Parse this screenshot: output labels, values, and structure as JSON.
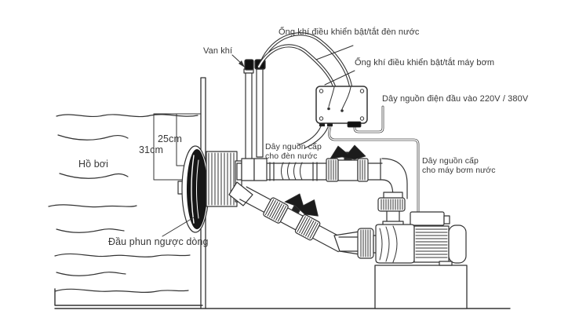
{
  "diagram": {
    "title_hint": "Counter-current swimming pool jet installation diagram",
    "colors": {
      "line": "#333333",
      "dark_fill": "#161616",
      "background": "#ffffff",
      "text": "#383838"
    },
    "labels": {
      "air_tube_light": "Ống khí điều khiển bật/tắt đèn nước",
      "air_tube_pump": "Ống khí điều khiển bật/tắt máy bơm",
      "power_input": "Dây nguồn điện đầu vào 220V / 380V",
      "air_valve": "Van khí",
      "light_power": {
        "line1": "Dây nguồn cấp",
        "line2": "cho đèn nước"
      },
      "pump_power": {
        "line1": "Dây nguồn cấp",
        "line2": "cho máy bơm nước"
      },
      "depth_25": "25cm",
      "depth_31": "31cm",
      "pool": "Hồ bơi",
      "jet_head": "Đầu phun ngược dòng"
    }
  }
}
